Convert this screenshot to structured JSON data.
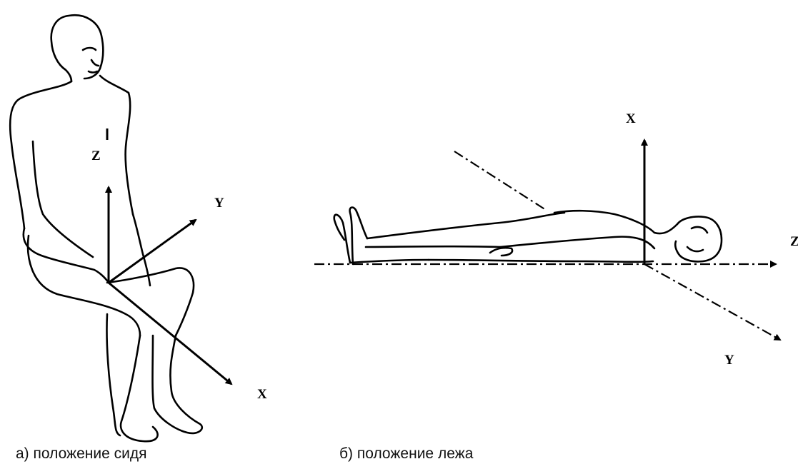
{
  "panel_a": {
    "caption": "а) положение сидя",
    "axis_z": "Z",
    "axis_y": "Y",
    "axis_x": "X"
  },
  "panel_b": {
    "caption": "б) положение лежа",
    "axis_x": "X",
    "axis_z": "Z",
    "axis_y": "Y"
  },
  "colors": {
    "line": "#000000",
    "background": "#ffffff"
  }
}
